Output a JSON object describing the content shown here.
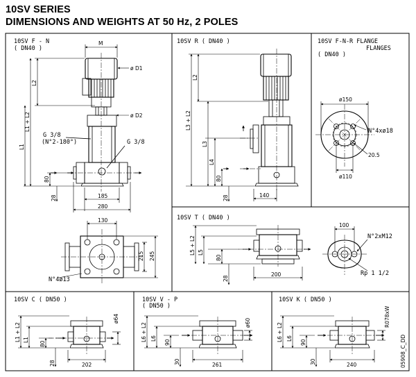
{
  "header": {
    "line1": "10SV SERIES",
    "line2": "DIMENSIONS AND WEIGHTS AT 50 Hz, 2 POLES"
  },
  "panels": {
    "fn": {
      "title": "10SV F - N",
      "subtitle": "( DN40 )",
      "labels": {
        "M": "M",
        "D1": "ø D1",
        "D2": "ø D2",
        "L2": "L2",
        "L1L2": "L1 + L2",
        "L1": "L1",
        "g38a": "G 3/8",
        "g38b": "(N°2-180°)",
        "g38c": "G 3/8",
        "d80": "80",
        "d28": "28",
        "d185": "185",
        "d280": "280",
        "d130": "130",
        "d215": "215",
        "d245": "245",
        "holes": "N°4ø13"
      }
    },
    "r": {
      "title": "10SV R ( DN40 )",
      "labels": {
        "L2": "L2",
        "L3L2": "L3 + L2",
        "L3": "L3",
        "L4": "L4",
        "d80": "80",
        "d28": "28",
        "d140": "140"
      }
    },
    "flange": {
      "title1": "10SV F-N-R FLANGE",
      "title2": "FLANGES",
      "subtitle": "( DN40 )",
      "labels": {
        "d150": "ø150",
        "holes": "N°4xø18",
        "d20": "20.5",
        "d110": "ø110"
      }
    },
    "t": {
      "title": "10SV T ( DN40 )",
      "labels": {
        "L5L2": "L5 + L2",
        "L5": "L5",
        "d80": "80",
        "d28": "28",
        "d200": "200",
        "d100": "100",
        "holes": "N°2xM12",
        "rp": "Rp 1 1/2"
      }
    },
    "c": {
      "title": "10SV C ( DN50 )",
      "labels": {
        "L1L2": "L1 + L2",
        "L1": "L1",
        "d80": "80",
        "d28": "28",
        "d64": "ø64",
        "d202": "202"
      }
    },
    "v": {
      "title": "10SV V - P",
      "subtitle": "( DN50 )",
      "labels": {
        "L6L2": "L6 + L2",
        "L6": "L6",
        "d90": "90",
        "d30": "30",
        "d60": "ø60",
        "d261": "261"
      }
    },
    "k": {
      "title": "10SV K ( DN50 )",
      "labels": {
        "L6L2": "L6 + L2",
        "L6": "L6",
        "d90": "90",
        "d30": "30",
        "r78": "R078xW",
        "d240": "240"
      }
    }
  },
  "footer": {
    "code": "05908_C_DD"
  }
}
